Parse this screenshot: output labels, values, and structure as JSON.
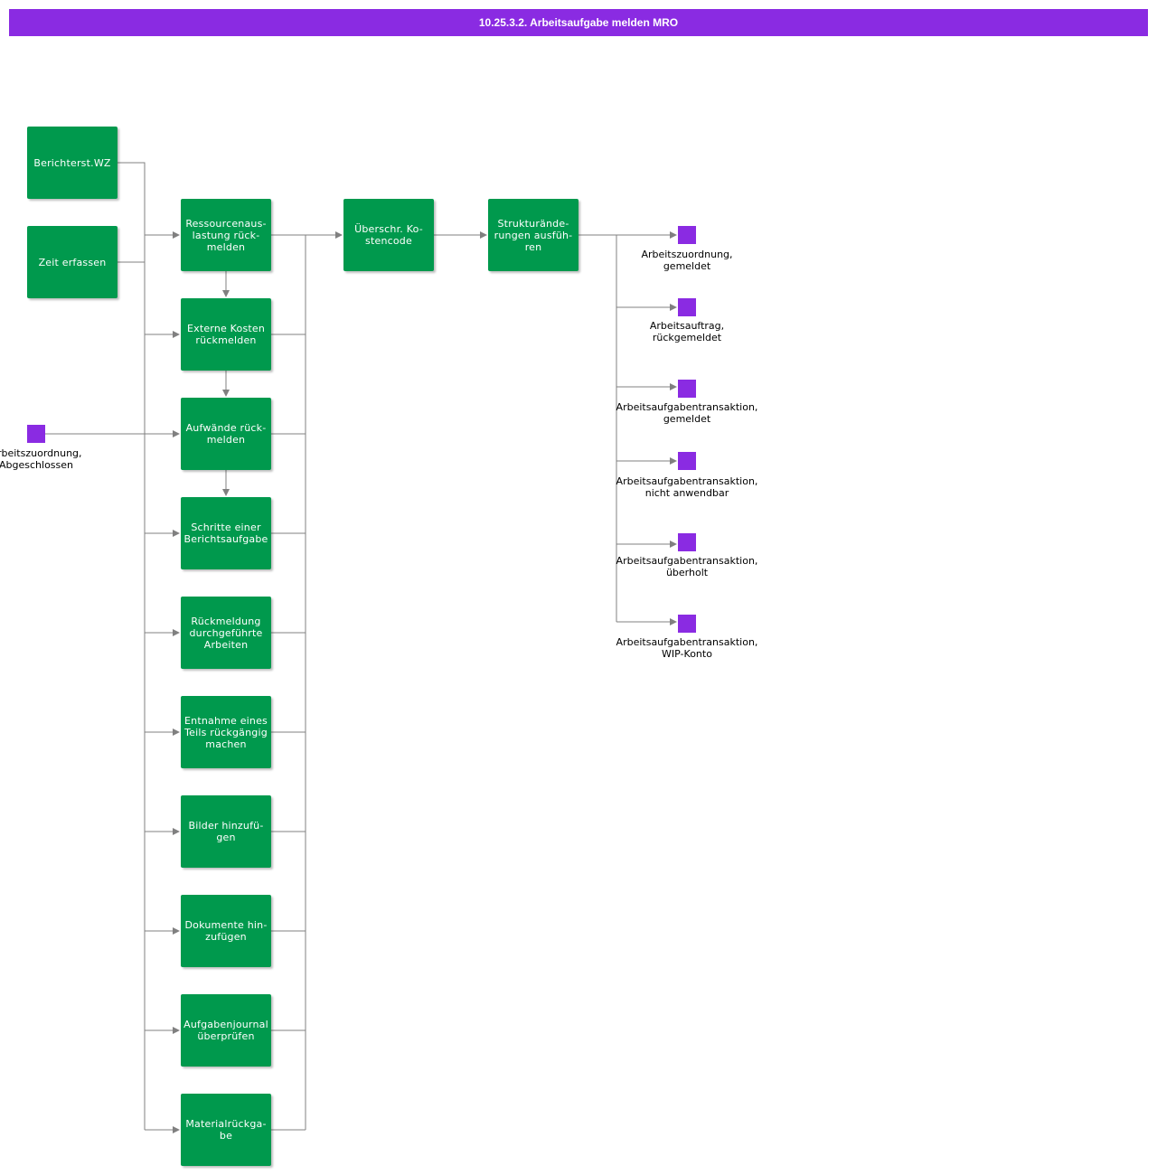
{
  "title": "10.25.3.2. Arbeitsaufgabe melden MRO",
  "colors": {
    "accent": "#8a2be2",
    "function_box": "#00994d",
    "connector": "#808080"
  },
  "functions": {
    "berichterst_wz": "Berichterst.WZ",
    "zeit_erfassen": "Zeit erfassen",
    "ressourcenauslastung": "Ressourcenaus-\nlastung    rück-\nmelden",
    "externe_kosten": "Externe Kosten\nrückmelden",
    "aufwaende": "Aufwände rück-\nmelden",
    "schritte": "Schritte einer\nBerichtsaufgabe",
    "rueckmeldung": "Rückmeldung\ndurchgeführte\nArbeiten",
    "entnahme": "Entnahme eines\nTeils rückgängig\nmachen",
    "bilder": "Bilder hinzufü-\ngen",
    "dokumente": "Dokumente hin-\nzufügen",
    "aufgabenjournal": "Aufgabenjournal\nüberprüfen",
    "materialrueckgabe": "Materialrückga-\nbe",
    "kostencode": "Überschr. Ko-\nstencode",
    "strukturaenderungen": "Strukturände-\nrungen ausfüh-\nren"
  },
  "events": {
    "start": "Arbeitszuordnung,\nAbgeschlossen",
    "e1": "Arbeitszuordnung,\ngemeldet",
    "e2": "Arbeitsauftrag,\nrückgemeldet",
    "e3": "Arbeitsaufgabentransaktion,\ngemeldet",
    "e4": "Arbeitsaufgabentransaktion,\nnicht  anwendbar",
    "e5": "Arbeitsaufgabentransaktion,\nüberholt",
    "e6": "Arbeitsaufgabentransaktion,\nWIP-Konto"
  }
}
